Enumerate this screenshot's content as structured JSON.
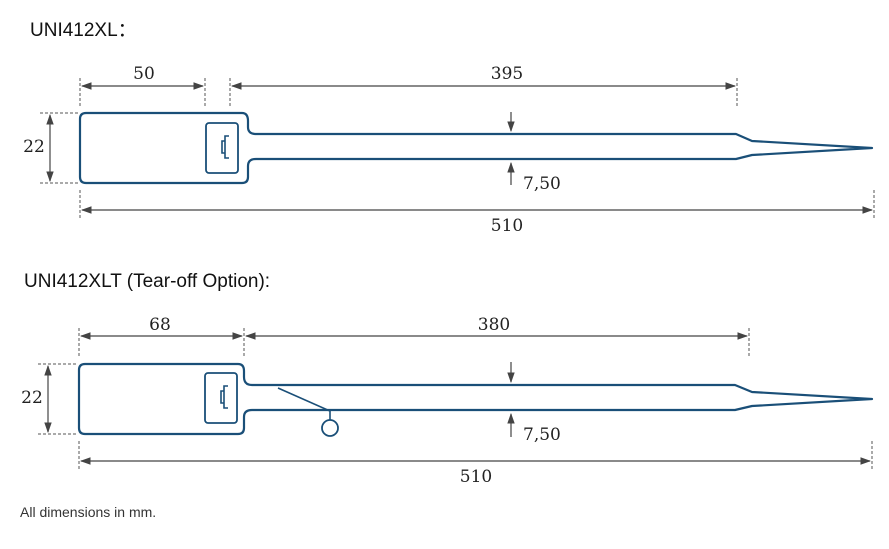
{
  "colors": {
    "outline": "#1a4f78",
    "dimension_line": "#444444",
    "text": "#111111"
  },
  "icons": {
    "lock_window": "lock-slot-icon"
  },
  "seal_xl": {
    "title": "UNI412XL：",
    "head_length": "50",
    "strap_length": "395",
    "height": "22",
    "strap_width": "7,50",
    "total_length": "510"
  },
  "seal_xlt": {
    "title": "UNI412XLT (Tear-off Option):",
    "head_length": "68",
    "strap_length": "380",
    "height": "22",
    "strap_width": "7,50",
    "total_length": "510"
  },
  "footnote": "All dimensions in mm."
}
